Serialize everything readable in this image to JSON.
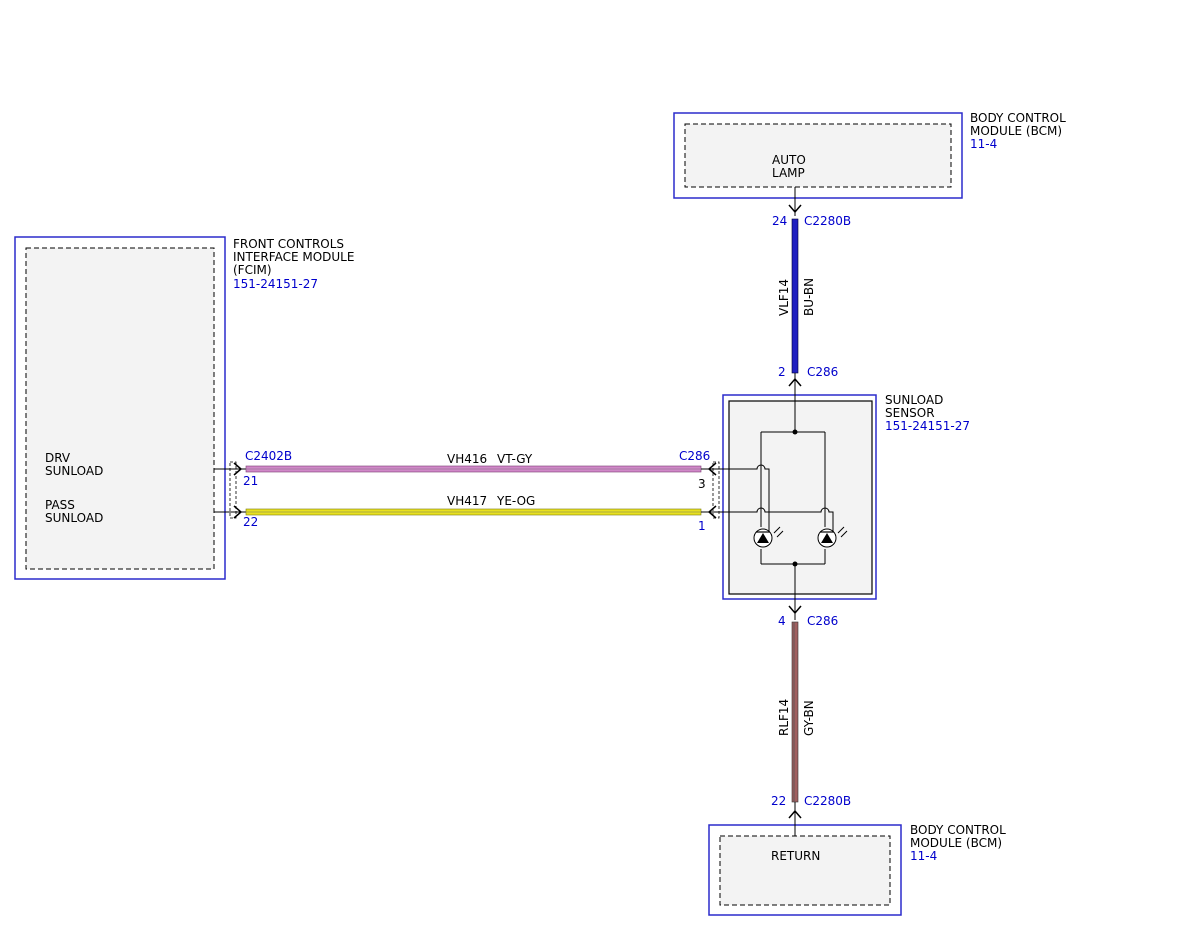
{
  "colors": {
    "module_border": "#2b2bcc",
    "fill": "#f3f3f3",
    "ref_text": "#0000cc",
    "wire_vlf14": "#2020c0",
    "wire_rlf14": "#a06060",
    "wire_vh416": "#d088c8",
    "wire_vh417": "#e8e020"
  },
  "modules": {
    "bcm_top": {
      "name_1": "BODY CONTROL",
      "name_2": "MODULE (BCM)",
      "ref": "11-4",
      "pin_label_1": "AUTO",
      "pin_label_2": "LAMP"
    },
    "fcim": {
      "name_1": "FRONT CONTROLS",
      "name_2": "INTERFACE MODULE",
      "name_3": "(FCIM)",
      "ref": "151-24151-27",
      "drv_1": "DRV",
      "drv_2": "SUNLOAD",
      "pass_1": "PASS",
      "pass_2": "SUNLOAD"
    },
    "sensor": {
      "name_1": "SUNLOAD",
      "name_2": "SENSOR",
      "ref": "151-24151-27"
    },
    "bcm_bottom": {
      "name_1": "BODY CONTROL",
      "name_2": "MODULE (BCM)",
      "ref": "11-4",
      "pin_label": "RETURN"
    }
  },
  "connectors": {
    "top_bcm": {
      "pin": "24",
      "name": "C2280B"
    },
    "sensor_top": {
      "pin": "2",
      "name": "C286"
    },
    "fcim": {
      "name": "C2402B",
      "pin_a": "21",
      "pin_b": "22"
    },
    "sensor_left": {
      "name": "C286",
      "pin_a": "3",
      "pin_b": "1"
    },
    "sensor_bottom": {
      "pin": "4",
      "name": "C286"
    },
    "bottom_bcm": {
      "pin": "22",
      "name": "C2280B"
    }
  },
  "wires": {
    "vlf14": {
      "circuit": "VLF14",
      "color": "BU-BN"
    },
    "vh416": {
      "circuit": "VH416",
      "color": "VT-GY"
    },
    "vh417": {
      "circuit": "VH417",
      "color": "YE-OG"
    },
    "rlf14": {
      "circuit": "RLF14",
      "color": "GY-BN"
    }
  }
}
